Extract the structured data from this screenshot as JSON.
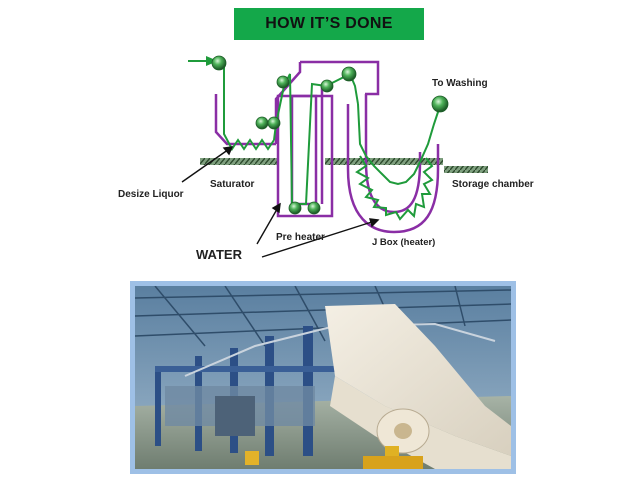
{
  "slide": {
    "title": "HOW IT’S DONE"
  },
  "diagram": {
    "labels": {
      "to_washing": "To Washing",
      "saturator": "Saturator",
      "desize_liquor": "Desize Liquor",
      "storage_chamber": "Storage chamber",
      "pre_heater": "Pre heater",
      "j_box": "J Box (heater)",
      "water": "WATER"
    },
    "colors": {
      "fabric_path": "#1f9b3b",
      "machine_outline": "#8a2ea5",
      "rollers": "#2a8a3a",
      "title_bg": "#14a84a",
      "frame": "#9ec0e6"
    }
  },
  "photo": {
    "description_icon": "factory-photo"
  }
}
